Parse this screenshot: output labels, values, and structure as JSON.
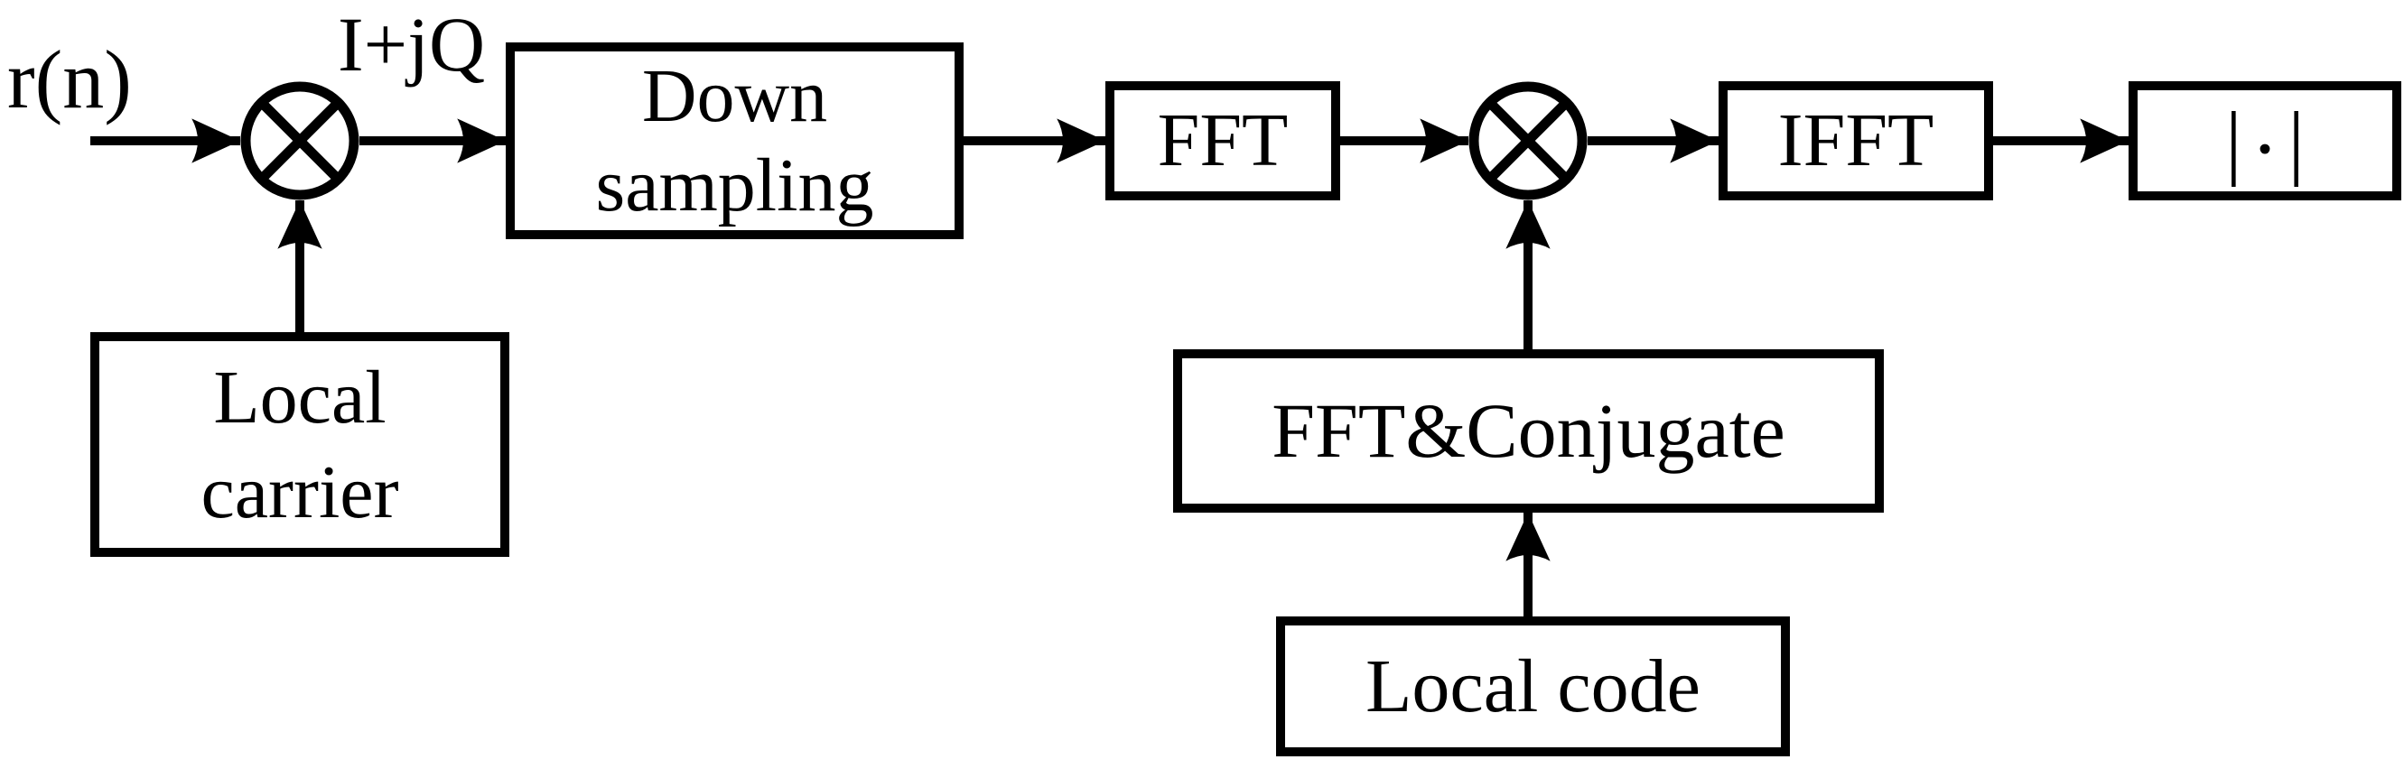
{
  "colors": {
    "ink": "#000000",
    "background": "#ffffff"
  },
  "labels": {
    "input_signal": "r(n)",
    "complex_signal": "I+jQ"
  },
  "blocks": {
    "down_sampling": "Down\nsampling",
    "fft": "FFT",
    "ifft": "IFFT",
    "magnitude": {
      "left_bar": "|",
      "dot": ".",
      "right_bar": "|"
    },
    "local_carrier": "Local\ncarrier",
    "fft_conjugate": "FFT&Conjugate",
    "local_code": "Local code"
  },
  "icons": {
    "multiplier": "⊗"
  }
}
